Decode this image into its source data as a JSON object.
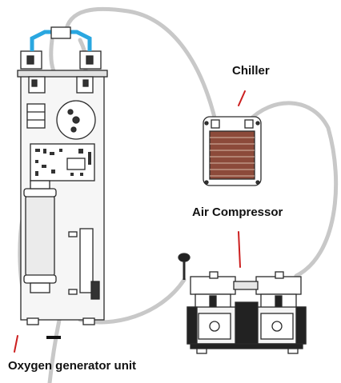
{
  "labels": {
    "chiller": "Chiller",
    "air_compressor": "Air Compressor",
    "oxygen_generator": "Oxygen generator unit"
  },
  "colors": {
    "tube": "#c8c8c8",
    "outline": "#2a2a2a",
    "pointer": "#cc1f1f",
    "fitting_blue": "#2aa7e0",
    "panel": "#f6f6f6",
    "fins": "#8c4a3a"
  },
  "components": [
    "oxygen-generator-unit",
    "chiller",
    "air-compressor",
    "connecting-tubes"
  ]
}
